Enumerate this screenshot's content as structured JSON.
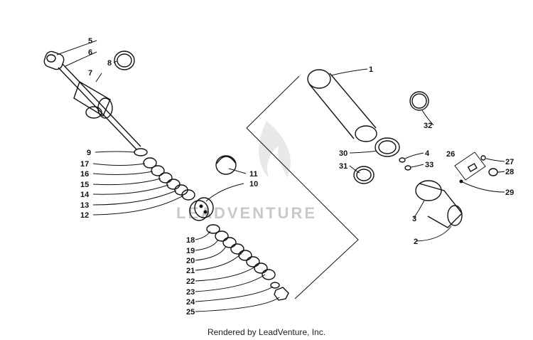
{
  "watermark": "LEADVENTURE",
  "footer": "Rendered by LeadVenture, Inc.",
  "callouts": [
    "1",
    "2",
    "3",
    "4",
    "5",
    "6",
    "7",
    "8",
    "9",
    "10",
    "11",
    "12",
    "13",
    "14",
    "15",
    "16",
    "17",
    "18",
    "19",
    "20",
    "21",
    "22",
    "23",
    "24",
    "25",
    "26",
    "27",
    "28",
    "29",
    "30",
    "31",
    "32",
    "33"
  ],
  "icons": {
    "watermark_logo": "flame-logo-icon"
  }
}
